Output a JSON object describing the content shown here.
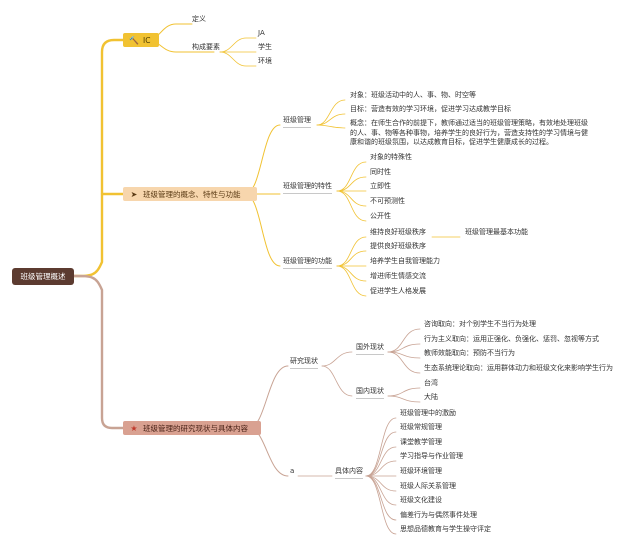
{
  "root": "班级管理概述",
  "ic": {
    "label": "IC",
    "icon": "hammer-icon",
    "definition": "定义",
    "elements": "构成要素",
    "element_items": [
      "JA",
      "学生",
      "环境"
    ]
  },
  "concept": {
    "label": "班级管理的概念、特性与功能",
    "icon": "paper-plane-icon",
    "mgmt": {
      "label": "班级管理",
      "object": "对象：班级活动中的人、事、物、时空等",
      "goal": "目标：营造有效的学习环境，促进学习达成教学目标",
      "definition": "概念：在师生合作的前提下，教师通过适当的班级管理策略，有效地处理班级的人、事、物等各种事物，培养学生的良好行为，营造支持性的学习情境与健康和谐的班级氛围，以达成教育目标，促进学生健康成长的过程。"
    },
    "traits": {
      "label": "班级管理的特性",
      "items": [
        "对象的特殊性",
        "同时性",
        "立即性",
        "不可预测性",
        "公开性"
      ]
    },
    "functions": {
      "label": "班级管理的功能",
      "items": [
        "维持良好班级秩序",
        "提供良好班级秩序",
        "培养学生自我管理能力",
        "增进师生情感交流",
        "促进学生人格发展"
      ],
      "note": "班级管理最基本功能"
    }
  },
  "research": {
    "label": "班级管理的研究现状与具体内容",
    "icon": "star-icon",
    "status": {
      "label": "研究现状",
      "abroad": {
        "label": "国外现状",
        "items": [
          "咨询取向：对个别学生不当行为处理",
          "行为主义取向：运用正强化、负强化、惩罚、忽视等方式",
          "教师效能取向：预防不当行为",
          "生态系统理论取向：运用群体动力和班级文化来影响学生行为"
        ]
      },
      "domestic": {
        "label": "国内现状",
        "items": [
          "台湾",
          "大陆"
        ]
      }
    },
    "a_label": "a",
    "content": {
      "label": "具体内容",
      "items": [
        "班级管理中的激励",
        "班级常规管理",
        "课堂教学管理",
        "学习指导与作业管理",
        "班级环境管理",
        "班级人际关系管理",
        "班级文化建设",
        "偏差行为与偶然事件处理",
        "思想品德教育与学生操守评定"
      ]
    }
  },
  "colors": {
    "root": "#5c3b30",
    "ic": "#f1c232",
    "concept": "#f7d6ad",
    "research": "#d9a191",
    "branch_yellow": "#f1c232",
    "branch_brown": "#c8a394"
  }
}
